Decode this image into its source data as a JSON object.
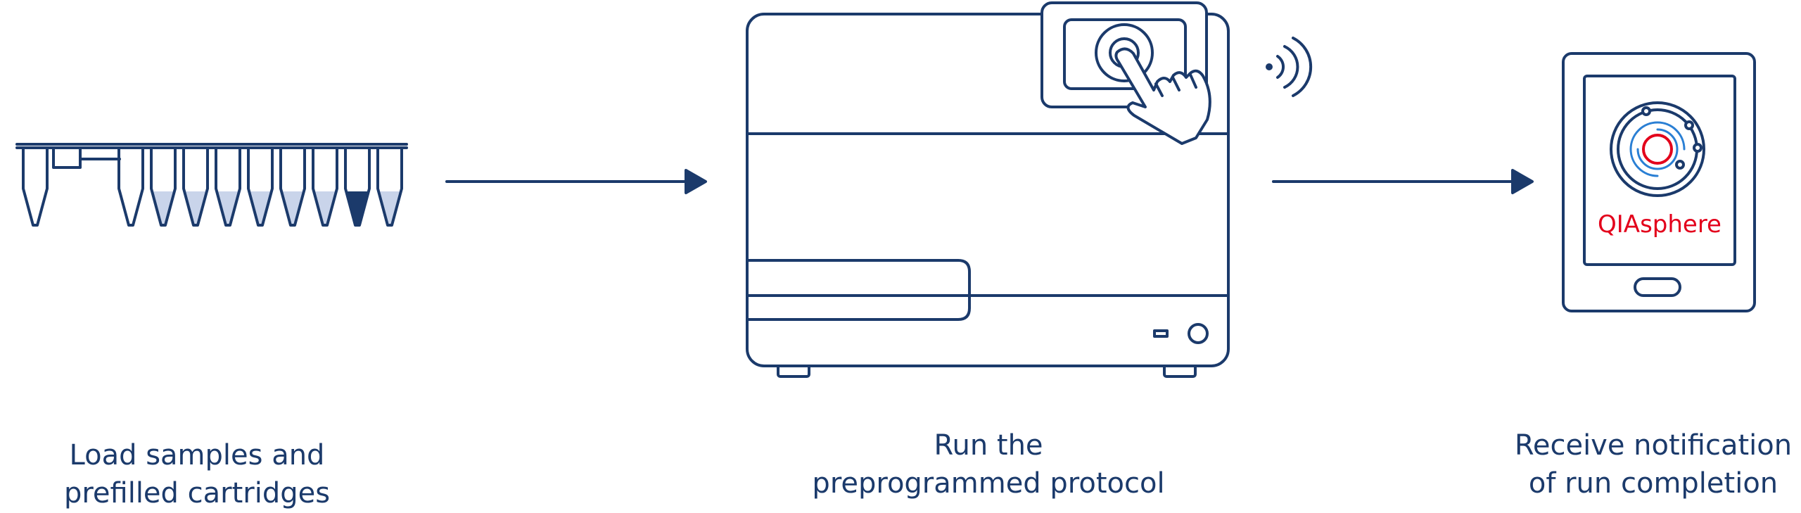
{
  "colors": {
    "stroke": "#1b3a6b",
    "liquid": "#c9d4ea",
    "accent": "#2a7fd4",
    "brand": "#e3001b"
  },
  "steps": [
    {
      "line1": "Load samples and",
      "line2": "prefilled cartridges"
    },
    {
      "line1": "Run the",
      "line2": "preprogrammed protocol"
    },
    {
      "line1": "Receive notification",
      "line2": "of run completion"
    }
  ],
  "tablet": {
    "app_name": "QIAsphere"
  }
}
